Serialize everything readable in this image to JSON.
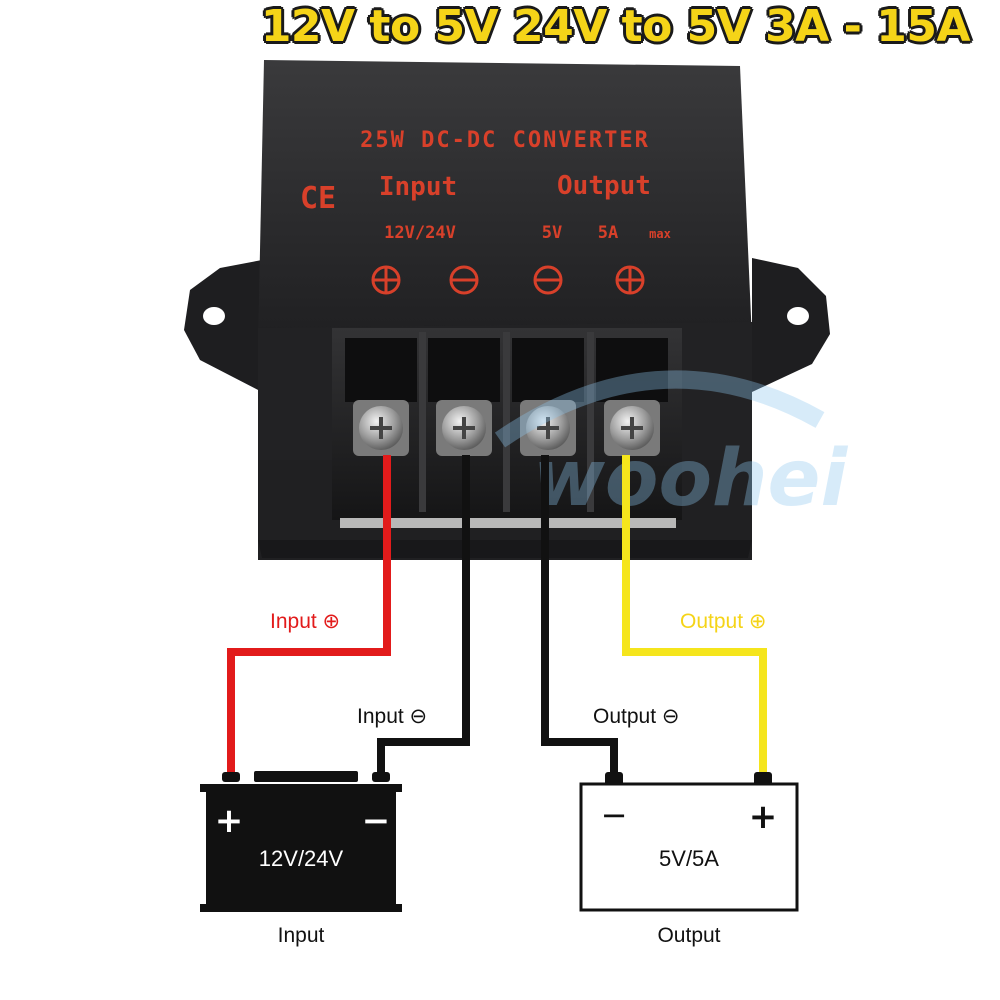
{
  "headline": "12V to 5V 24V to 5V 3A - 15A",
  "device": {
    "power_rating": "25W DC-DC CONVERTER",
    "ce_mark": "CE",
    "input_heading": "Input",
    "output_heading": "Output",
    "input_voltage": "12V/24V",
    "output_voltage": "5V",
    "output_current": "5A",
    "output_current_suffix": "max",
    "watermark": "woohei",
    "terminal_symbols": [
      "plus-circle-icon",
      "minus-circle-icon",
      "minus-circle-icon",
      "plus-circle-icon"
    ]
  },
  "wires": {
    "input_pos_label": "Input ⊕",
    "input_neg_label": "Input ⊖",
    "output_neg_label": "Output ⊖",
    "output_pos_label": "Output ⊕",
    "colors": {
      "input_pos": "#e21b1b",
      "input_neg": "#111111",
      "output_neg": "#111111",
      "output_pos": "#f5e51c"
    }
  },
  "input_battery": {
    "plus": "+",
    "minus": "−",
    "voltage": "12V/24V",
    "caption": "Input"
  },
  "output_load": {
    "minus": "−",
    "plus": "+",
    "rating": "5V/5A",
    "caption": "Output"
  },
  "colors": {
    "case": "#2a2a2c",
    "case_text": "#d8402a",
    "headline": "#f5d418"
  }
}
